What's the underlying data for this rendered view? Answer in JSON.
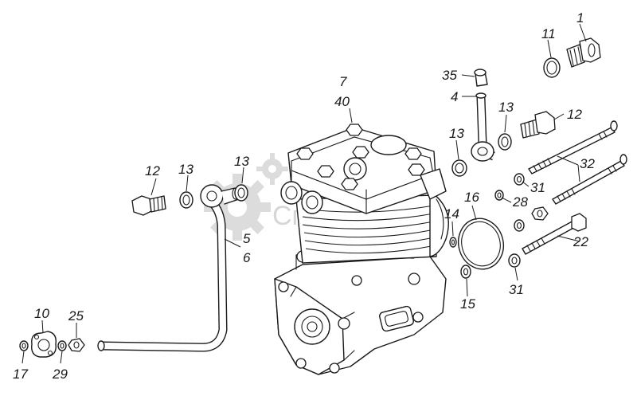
{
  "watermark": {
    "text": "СпецМаш",
    "gear_icon": "gear-icon"
  },
  "labels": [
    {
      "id": "p1",
      "text": "1"
    },
    {
      "id": "p11",
      "text": "11"
    },
    {
      "id": "p35",
      "text": "35"
    },
    {
      "id": "p4",
      "text": "4"
    },
    {
      "id": "p13a",
      "text": "13"
    },
    {
      "id": "p12a",
      "text": "12"
    },
    {
      "id": "p7",
      "text": "7"
    },
    {
      "id": "p40",
      "text": "40"
    },
    {
      "id": "p13b",
      "text": "13"
    },
    {
      "id": "p32",
      "text": "32"
    },
    {
      "id": "p12b",
      "text": "12"
    },
    {
      "id": "p13c",
      "text": "13"
    },
    {
      "id": "p13d",
      "text": "13"
    },
    {
      "id": "p31a",
      "text": "31"
    },
    {
      "id": "p16",
      "text": "16"
    },
    {
      "id": "p28",
      "text": "28"
    },
    {
      "id": "p14",
      "text": "14"
    },
    {
      "id": "p5",
      "text": "5"
    },
    {
      "id": "p6",
      "text": "6"
    },
    {
      "id": "p22",
      "text": "22"
    },
    {
      "id": "p31b",
      "text": "31"
    },
    {
      "id": "p15",
      "text": "15"
    },
    {
      "id": "p10",
      "text": "10"
    },
    {
      "id": "p25",
      "text": "25"
    },
    {
      "id": "p17",
      "text": "17"
    },
    {
      "id": "p29",
      "text": "29"
    }
  ]
}
